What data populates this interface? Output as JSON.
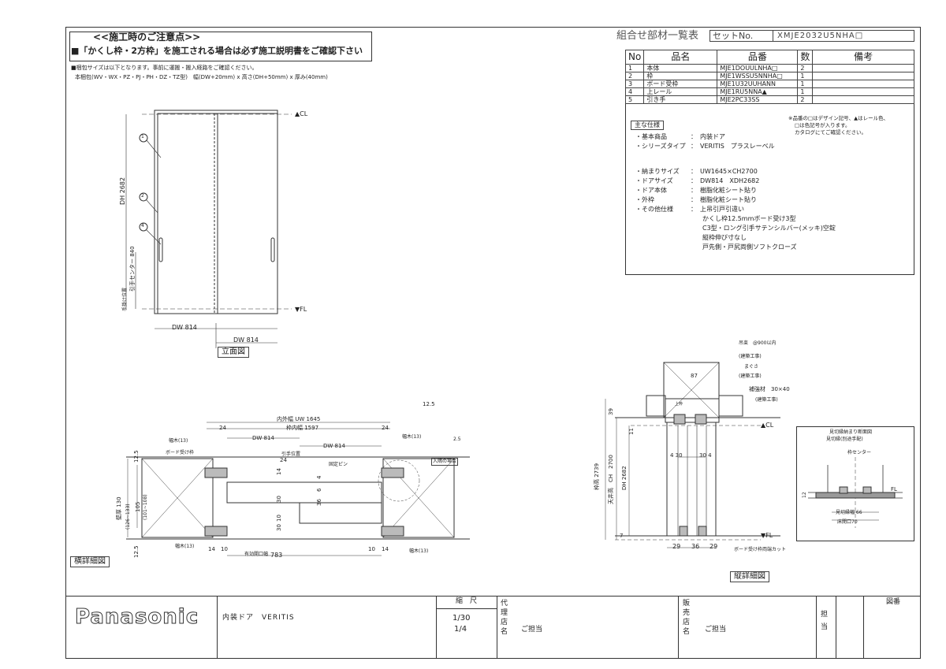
{
  "notice": {
    "title": "<<施工時のご注意点>>",
    "warning": "■「かくし枠・2方枠」を施工される場合は必ず施工説明書をご確認下さい",
    "note1": "■梱包サイズは以下となります。事前に運搬・搬入経路をご確認ください。",
    "note2": "本梱包(WV・WX・PZ・PJ・PH・DZ・TZ型)　幅(DW+20mm) x 高さ(DH+50mm) x 厚み(40mm)"
  },
  "set_header": {
    "title": "組合せ部材一覧表",
    "set_label": "セットNo.",
    "set_no": "XMJE2032U5NHA□"
  },
  "parts_table": {
    "headers": [
      "No",
      "品名",
      "品番",
      "数",
      "備考"
    ],
    "rows": [
      {
        "no": "1",
        "name": "本体",
        "code": "MJE1DOUULNHA□",
        "qty": "2",
        "note": ""
      },
      {
        "no": "2",
        "name": "枠",
        "code": "MJE1WSSU5NNHA□",
        "qty": "1",
        "note": ""
      },
      {
        "no": "3",
        "name": "ボード受枠",
        "code": "MJE1U32UUHANN",
        "qty": "1",
        "note": ""
      },
      {
        "no": "4",
        "name": "上レール",
        "code": "MJE1RU5NNA▲",
        "qty": "1",
        "note": ""
      },
      {
        "no": "5",
        "name": "引き手",
        "code": "MJE2PC33SS",
        "qty": "2",
        "note": ""
      }
    ],
    "footnote1": "※品番の□はデザイン記号、▲はレール色、",
    "footnote2": "□は色記号が入ります。",
    "footnote3": "カタログにてご確認ください。"
  },
  "spec": {
    "label": "主な仕様",
    "rows": [
      {
        "k": "・基本商品",
        "v": "：　内装ドア"
      },
      {
        "k": "・シリーズタイプ",
        "v": "：　VERITIS　プラスレーベル"
      },
      {
        "k": "・納まりサイズ",
        "v": "：　UW1645×CH2700"
      },
      {
        "k": "・ドアサイズ",
        "v": "：　DW814　XDH2682"
      },
      {
        "k": "・ドア本体",
        "v": "：　樹脂化粧シート貼り"
      },
      {
        "k": "・外枠",
        "v": "：　樹脂化粧シート貼り"
      },
      {
        "k": "・その他仕様",
        "v": "：　上吊引戸引違い"
      }
    ],
    "extra": [
      "かくし枠12.5mmボード受け3型",
      "C3型・ロング引手サテンシルバー(メッキ)空錠",
      "縦枠伸び寸なし",
      "戸先側・戸尻両側ソフトクローズ"
    ]
  },
  "elevation": {
    "caption": "立面図",
    "dh": "DH 2682",
    "handle_h": "引手センター 840",
    "handle_note": "手掛け位置",
    "dw1": "DW 814",
    "dw2": "DW 814",
    "cl": "▲CL",
    "fl": "▼FL",
    "marks": [
      "1",
      "2",
      "4"
    ]
  },
  "horizontal": {
    "caption": "横詳細図",
    "uw": "内外幅 UW 1645",
    "inner": "枠内幅 1597",
    "dw_a": "DW 814",
    "dw_b": "DW 814",
    "d24a": "24",
    "d24b": "24",
    "d24c": "24",
    "wall": "壁厚 130",
    "wall2": "(126~133)",
    "w105": "105",
    "w105b": "(101~108)",
    "d125a": "12.5",
    "d125b": "12.5",
    "d125c": "12.5",
    "haba13a": "幅木(13)",
    "haba13b": "幅木(13)",
    "haba13c": "幅木(13)",
    "haba13d": "幅木(13)",
    "board": "ボード受け枠",
    "hiki": "引手位置",
    "kotei": "固定ピン",
    "d14a": "14",
    "d14b": "14",
    "d14c": "14",
    "d10a": "10",
    "d10b": "10",
    "d30": "30",
    "d36": "36",
    "d10c": "10",
    "d30b": "30",
    "d4": "4",
    "d6": "6",
    "opening": "有効開口幅",
    "opening_v": "783",
    "kado": "入隅の場合",
    "d25": "2.5"
  },
  "vertical": {
    "caption": "縦詳細図",
    "tsuri": "吊束　@900以内",
    "kenchiku1": "(建築工事)",
    "magusa": "まぐさ",
    "kenchiku2": "(建築工事)",
    "kyoukai": "補強材　30×40",
    "kenchiku3": "(建築工事)",
    "d87": "87",
    "d39": "39",
    "d11": "11",
    "ch": "天井高　CH　2700",
    "dh": "DH 2682",
    "d2739": "枠高 2739",
    "d430a": "4 30",
    "d430b": "30 4",
    "d7": "7",
    "d29a": "29",
    "d36": "36",
    "d29b": "29",
    "cl": "▲CL",
    "fl": "▼FL",
    "cut": "ボード受け枠両端カット",
    "rail": "上枠"
  },
  "floor_detail": {
    "title": "見切縁納まり断面図",
    "subtitle": "見切縁(別途手配)",
    "center": "枠センター",
    "fl": "FL",
    "w66": "見切縁幅 66",
    "w70": "床開口70",
    "d12": "12"
  },
  "title_block": {
    "brand": "Panasonic",
    "product": "内装ドア　VERITIS",
    "scale_label": "縮　尺",
    "scale1": "1/30",
    "scale2": "1/4",
    "agent_label": "代理店名",
    "agent_person": "ご担当",
    "dealer_label": "販売店名",
    "dealer_person": "ご担当",
    "tanto_label": "担当",
    "drawing_no": "図番"
  }
}
